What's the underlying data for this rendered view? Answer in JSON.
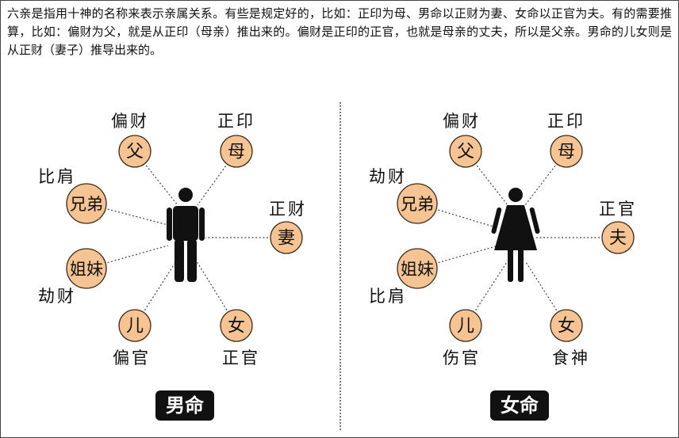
{
  "intro_text": "六亲是指用十神的名称来表示亲属关系。有些是规定好的，比如：正印为母、男命以正财为妻、女命以正官为夫。有的需要推算，比如：偏财为父，就是从正印（母亲）推出来的。偏财是正印的正官，也就是母亲的丈夫，所以是父亲。男命的儿女则是从正财（妻子）推导出来的。",
  "male_panel": {
    "badge": "男命",
    "figure_icon": "man-icon",
    "relations": [
      {
        "relative": "父",
        "shen": "偏财"
      },
      {
        "relative": "母",
        "shen": "正印"
      },
      {
        "relative": "兄弟",
        "shen": "比肩"
      },
      {
        "relative": "妻",
        "shen": "正财"
      },
      {
        "relative": "姐妹",
        "shen": "劫财"
      },
      {
        "relative": "儿",
        "shen": "偏官"
      },
      {
        "relative": "女",
        "shen": "正官"
      }
    ]
  },
  "female_panel": {
    "badge": "女命",
    "figure_icon": "woman-icon",
    "relations": [
      {
        "relative": "父",
        "shen": "偏财"
      },
      {
        "relative": "母",
        "shen": "正印"
      },
      {
        "relative": "兄弟",
        "shen": "劫财"
      },
      {
        "relative": "夫",
        "shen": "正官"
      },
      {
        "relative": "姐妹",
        "shen": "比肩"
      },
      {
        "relative": "儿",
        "shen": "伤官"
      },
      {
        "relative": "女",
        "shen": "食神"
      }
    ]
  },
  "colors": {
    "circle_fill": "#f6c393",
    "badge_bg": "#111111"
  }
}
